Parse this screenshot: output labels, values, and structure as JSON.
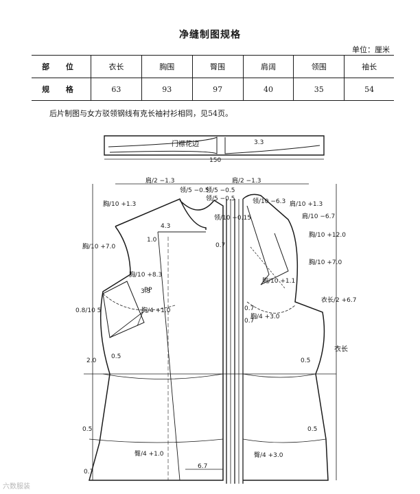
{
  "title": "净缝制图规格",
  "unit": "单位：厘米",
  "table": {
    "header_label": "部 位",
    "columns": [
      "衣长",
      "胸围",
      "臀围",
      "肩阔",
      "领围",
      "袖长"
    ],
    "row_label": "规 格",
    "values": [
      "63",
      "93",
      "97",
      "40",
      "35",
      "54"
    ]
  },
  "note": "后片制图与女方驳领钢线有克长袖衬衫相同，见54页。",
  "placket": {
    "label": "门襟花边",
    "width": "3.3",
    "length": "150"
  },
  "draft_labels": {
    "shoulder_a": "肩/2 −1.3",
    "shoulder_b": "肩/2 −1.3",
    "neck_a": "领/5 −0.5",
    "neck_b": "领/5 −0.5",
    "neck_drop": "领/5 −0.5",
    "neck_c": "领/10 −0.15",
    "front_neck": "领/10 −6.3",
    "back_ht": "胸/10 +1.3",
    "shoulder_ht": "肩/10 +1.3",
    "left_side_ht": "胸/10 +7.0",
    "bp": "胸/10 +8.3",
    "bp_label": "BP",
    "dart_small": "0.8/10 5",
    "chest_depth": "胸/4 +1.0",
    "right_dart": "胸/10 +1.1",
    "right_chest": "胸/4 +3.0",
    "right_side_a": "胸/10 +12.0",
    "right_side_b": "胸/10 +7.0",
    "right_side_c": "衣长/2 +6.7",
    "armhole": "肩/10 −6.7",
    "length_label": "衣长",
    "hem_left": "臀/4 +1.0",
    "hem_right": "臀/4 +3.0",
    "v_4_3": "4.3",
    "v_3_3": "3.3",
    "v_1_0": "1.0",
    "v_0_7a": "0.7",
    "v_0_7b": "0.7",
    "v_0_7c": "0.7",
    "v_0_5a": "0.5",
    "v_0_5b": "0.5",
    "v_0_5c": "0.5",
    "v_0_5d": "0.5",
    "v_2_0": "2.0",
    "v_6_7": "6.7",
    "v_hem_07": "0.7"
  },
  "watermark": "六数服装"
}
